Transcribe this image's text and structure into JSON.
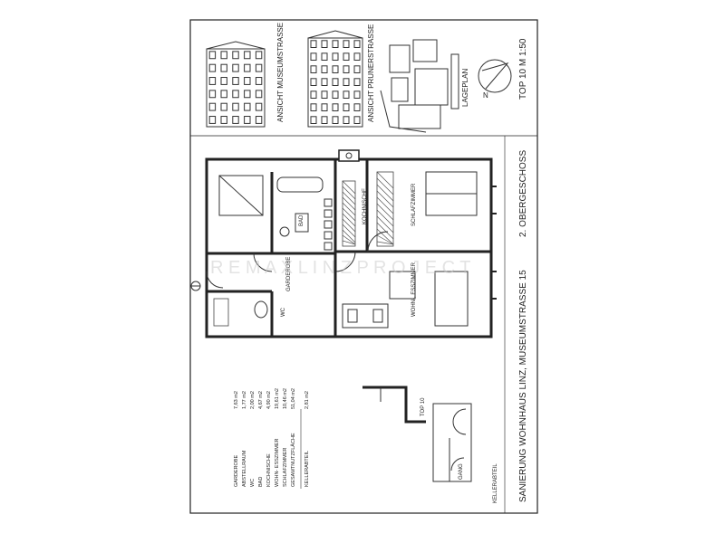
{
  "title_block": {
    "project": "SANIERUNG WOHNHAUS LINZ, MUSEUMSTRASSE 15",
    "floor": "2. OBERGESCHOSS",
    "unit_scale": "TOP 10   M 1:50"
  },
  "elevations": {
    "museumstrasse": "ANSICHT MUSEUMSTRASSE",
    "prunerstrasse": "ANSICHT PRUNERSTRASSE",
    "site_plan": "LAGEPLAN",
    "north": "N"
  },
  "rooms": {
    "garderobe": "GARDEROBE",
    "wc": "WC",
    "bad": "BAD",
    "kochnische": "KOCHNISCHE",
    "wohn_esszimmer": "WOHN-, ESSZIMMER",
    "schlafzimmer": "SCHLAFZIMMER"
  },
  "cellar": {
    "unit": "TOP 10",
    "corridor": "GANG",
    "label": "KELLERABTEIL"
  },
  "area_schedule": [
    {
      "label": "GARDEROBE",
      "value": "7,63 m2"
    },
    {
      "label": "ABSTELLRAUM",
      "value": "1,77 m2"
    },
    {
      "label": "WC",
      "value": "2,00 m2"
    },
    {
      "label": "BAD",
      "value": "4,67 m2"
    },
    {
      "label": "KOCHNISCHE",
      "value": "4,90 m2"
    },
    {
      "label": "WOHN- ESSZIMMER",
      "value": "19,61 m2"
    },
    {
      "label": "SCHLAFZIMMER",
      "value": "10,46 m2"
    },
    {
      "label": "GESAMTNUTZFLÄCHE",
      "value": "51,04 m2"
    },
    {
      "label": "KELLERABTEIL",
      "value": "2,81 m2"
    }
  ],
  "watermark": "R E M A X   L I N Z   P R O J E C T"
}
